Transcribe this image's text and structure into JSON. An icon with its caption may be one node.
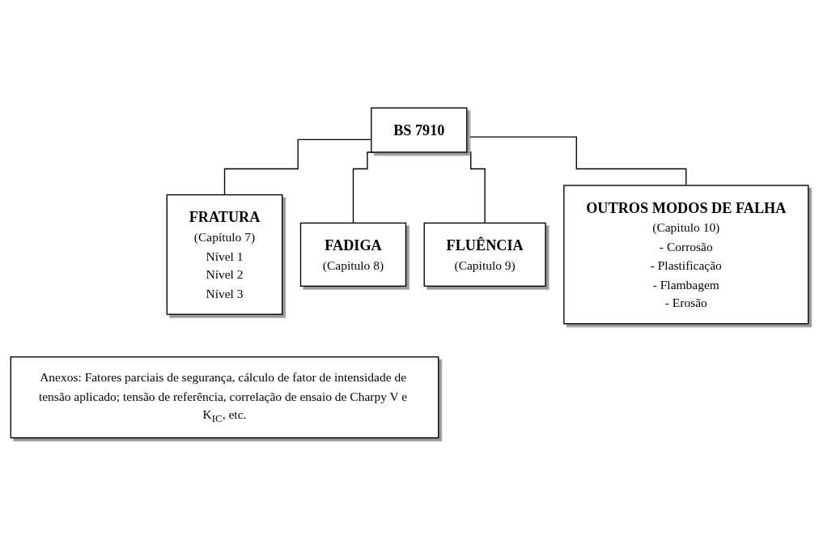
{
  "diagram": {
    "nodes": [
      {
        "text": [
          "BS 7910"
        ]
      },
      {
        "text": [
          "FRATURA",
          "(Capítulo 7)",
          "Nível 1",
          "Nível 2",
          "Nível 3"
        ]
      },
      {
        "text": [
          "FADIGA",
          "(Capitulo 8)"
        ]
      },
      {
        "text": [
          "FLUÊNCIA",
          "(Capitulo 9)"
        ]
      },
      {
        "text": [
          "OUTROS MODOS DE FALHA",
          "(Capitulo 10)",
          "- Corrosão",
          "- Plastificação",
          "- Flambagem",
          "- Erosão"
        ]
      },
      {
        "text": [
          "Anexos: Fatores parciais de segurança, cálculo de fator de intensidade de tensão aplicado; tensão de referência, correlação de ensaio de Charpy V e K$_{IC}$, etc."
        ]
      }
    ],
    "edges": [
      {
        "from": 0,
        "to": 1,
        "arrow": "none"
      },
      {
        "from": 0,
        "to": 2,
        "arrow": "none"
      },
      {
        "from": 0,
        "to": 3,
        "arrow": "none"
      },
      {
        "from": 0,
        "to": 4,
        "arrow": "none"
      }
    ]
  }
}
